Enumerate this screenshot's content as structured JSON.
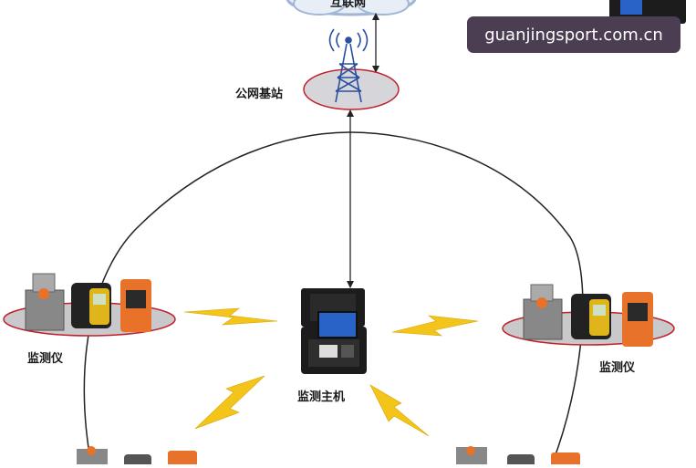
{
  "colors": {
    "arc": "#222222",
    "disc": "#c9c9cc",
    "disc_rim": "#c0202a",
    "lightning": "#f3c51a",
    "instrument_orange": "#e8722a",
    "instrument_yellow": "#e0b51c",
    "case_black": "#1c1c1c",
    "screen_blue": "#2a63c8",
    "cloud": "#9fb6d6",
    "watermark_bg": "#4b3d52"
  },
  "nodes": {
    "internet": {
      "label": "互联网",
      "icon": "cloud-icon"
    },
    "base_station": {
      "label": "公网基站",
      "icon": "cell-tower-icon"
    },
    "host": {
      "label": "监测主机",
      "icon": "briefcase-monitor-icon"
    },
    "left_monitor": {
      "label": "监测仪",
      "icon": "gas-detector-icon"
    },
    "right_monitor": {
      "label": "监测仪",
      "icon": "gas-detector-icon"
    }
  },
  "watermark": {
    "text": "guanjingsport.com.cn"
  }
}
